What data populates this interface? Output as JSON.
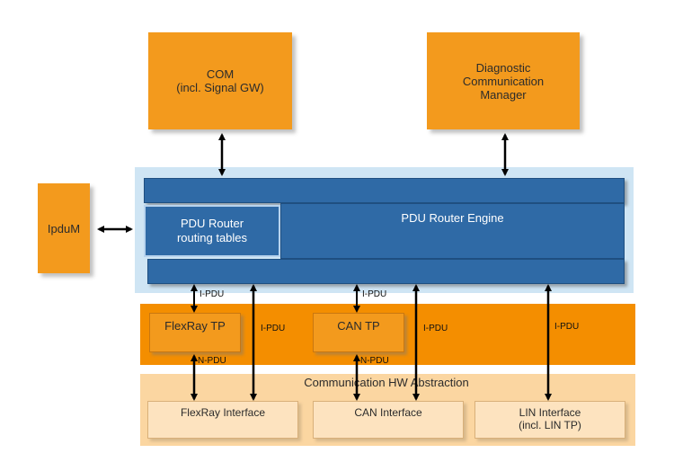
{
  "com": {
    "line1": "COM",
    "line2": "(incl. Signal GW)"
  },
  "dcm": {
    "line1": "Diagnostic",
    "line2": "Communication",
    "line3": "Manager"
  },
  "ipdum": {
    "label": "IpduM"
  },
  "pdu_router": {
    "engine_label": "PDU Router Engine",
    "routing_tables_line1": "PDU Router",
    "routing_tables_line2": "routing tables"
  },
  "tp_layer": {
    "flexray_tp": "FlexRay TP",
    "can_tp": "CAN TP"
  },
  "hw_abstraction": {
    "title": "Communication HW Abstraction",
    "flexray_interface": "FlexRay Interface",
    "can_interface": "CAN Interface",
    "lin_interface_line1": "LIN Interface",
    "lin_interface_line2": "(incl. LIN TP)"
  },
  "pdu_labels": {
    "ipdu_flexray_tp": "I-PDU",
    "ipdu_flexray_if": "I-PDU",
    "npdu_flexray": "N-PDU",
    "ipdu_can_tp": "I-PDU",
    "ipdu_can_if": "I-PDU",
    "npdu_can": "N-PDU",
    "ipdu_lin": "I-PDU"
  },
  "colors": {
    "orange": "#f39a1d",
    "blue": "#2f6aa6",
    "light_blue": "#cfe5f4",
    "peach": "#fbd6a1"
  }
}
